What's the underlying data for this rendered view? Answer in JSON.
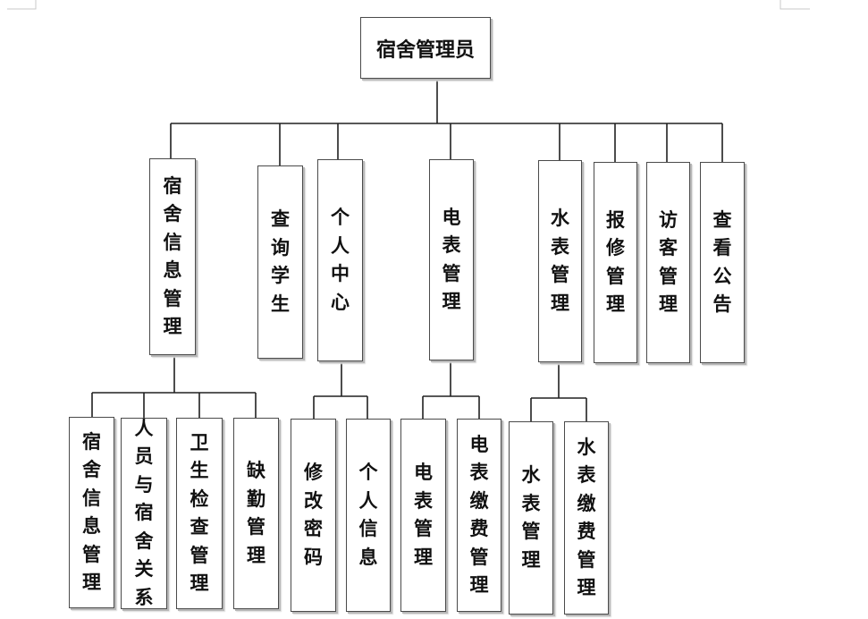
{
  "root": {
    "label": "宿舍管理员"
  },
  "level1": [
    {
      "id": "dorm-info",
      "label": "宿舍信息管理"
    },
    {
      "id": "query-student",
      "label": "查询学生"
    },
    {
      "id": "personal-center",
      "label": "个人中心"
    },
    {
      "id": "meter-electric",
      "label": "电表管理"
    },
    {
      "id": "meter-water",
      "label": "水表管理"
    },
    {
      "id": "repair",
      "label": "报修管理"
    },
    {
      "id": "visitor",
      "label": "访客管理"
    },
    {
      "id": "notice",
      "label": "查看公告"
    }
  ],
  "level2": {
    "dorm-info": [
      {
        "label": "宿舍信息管理"
      },
      {
        "label": "人员与宿舍关系"
      },
      {
        "label": "卫生检查管理"
      },
      {
        "label": "缺勤管理"
      }
    ],
    "personal-center": [
      {
        "label": "修改密码"
      },
      {
        "label": "个人信息"
      }
    ],
    "meter-electric": [
      {
        "label": "电表管理"
      },
      {
        "label": "电表缴费管理"
      }
    ],
    "meter-water": [
      {
        "label": "水表管理"
      },
      {
        "label": "水表缴费管理"
      }
    ]
  }
}
